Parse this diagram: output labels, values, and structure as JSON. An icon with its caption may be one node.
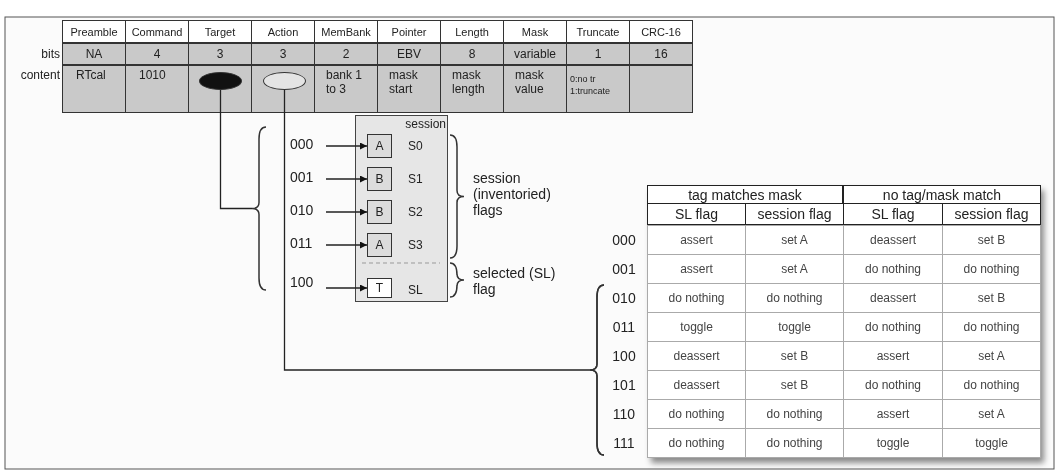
{
  "diagram": {
    "nodes": [
      {
        "text": [],
        "shape": "ellipse"
      },
      {
        "text": [],
        "shape": "ellipse"
      },
      {
        "text": [
          "session"
        ]
      },
      {
        "text": [
          "A"
        ],
        "in": 2,
        "beside": [
          "S0"
        ]
      },
      {
        "text": [
          "B"
        ],
        "in": 2,
        "beside": [
          "S1"
        ]
      },
      {
        "text": [
          "B"
        ],
        "in": 2,
        "beside": [
          "S2"
        ]
      },
      {
        "text": [
          "A"
        ],
        "in": 2,
        "beside": [
          "S3"
        ]
      },
      {
        "text": [
          "T"
        ],
        "in": 2,
        "beside": [
          "SL"
        ]
      },
      {
        "text": [
          "000"
        ]
      },
      {
        "text": [
          "001"
        ]
      },
      {
        "text": [
          "010"
        ]
      },
      {
        "text": [
          "011"
        ]
      },
      {
        "text": [
          "100"
        ]
      },
      {
        "text": [],
        "shape": "brace"
      },
      {
        "text": [],
        "shape": "brace"
      }
    ],
    "edges": [
      {
        "from": 0,
        "to": 13,
        "arrow": "none"
      },
      {
        "from": 1,
        "to": 14,
        "arrow": "none"
      },
      {
        "from": 8,
        "to": 3,
        "arrow": "to"
      },
      {
        "from": 9,
        "to": 4,
        "arrow": "to"
      },
      {
        "from": 10,
        "to": 5,
        "arrow": "to"
      },
      {
        "from": 11,
        "to": 6,
        "arrow": "to"
      },
      {
        "from": 12,
        "to": 7,
        "arrow": "to"
      }
    ],
    "labels": [
      "Preamble",
      "Command",
      "Target",
      "Action",
      "MemBank",
      "Pointer",
      "Length",
      "Mask",
      "Truncate",
      "CRC-16",
      "bits",
      "NA",
      "4",
      "3",
      "3",
      "2",
      "EBV",
      "8",
      "variable",
      "1",
      "16",
      "content",
      "RTcal",
      "1010",
      "bank 1 to 3",
      "mask start",
      "mask length",
      "mask value",
      "0:no tr",
      "1:truncate",
      "session (inventoried) flags",
      "selected (SL) flag",
      "tag matches mask",
      "no tag/mask match",
      "SL flag",
      "session flag",
      "SL flag",
      "session flag",
      "000",
      "assert",
      "set A",
      "deassert",
      "set B",
      "001",
      "assert",
      "set A",
      "do nothing",
      "do nothing",
      "010",
      "do nothing",
      "do nothing",
      "deassert",
      "set B",
      "011",
      "toggle",
      "toggle",
      "do nothing",
      "do nothing",
      "100",
      "deassert",
      "set B",
      "assert",
      "set A",
      "101",
      "deassert",
      "set B",
      "do nothing",
      "do nothing",
      "110",
      "do nothing",
      "do nothing",
      "assert",
      "set A",
      "111",
      "do nothing",
      "do nothing",
      "toggle",
      "toggle"
    ]
  }
}
